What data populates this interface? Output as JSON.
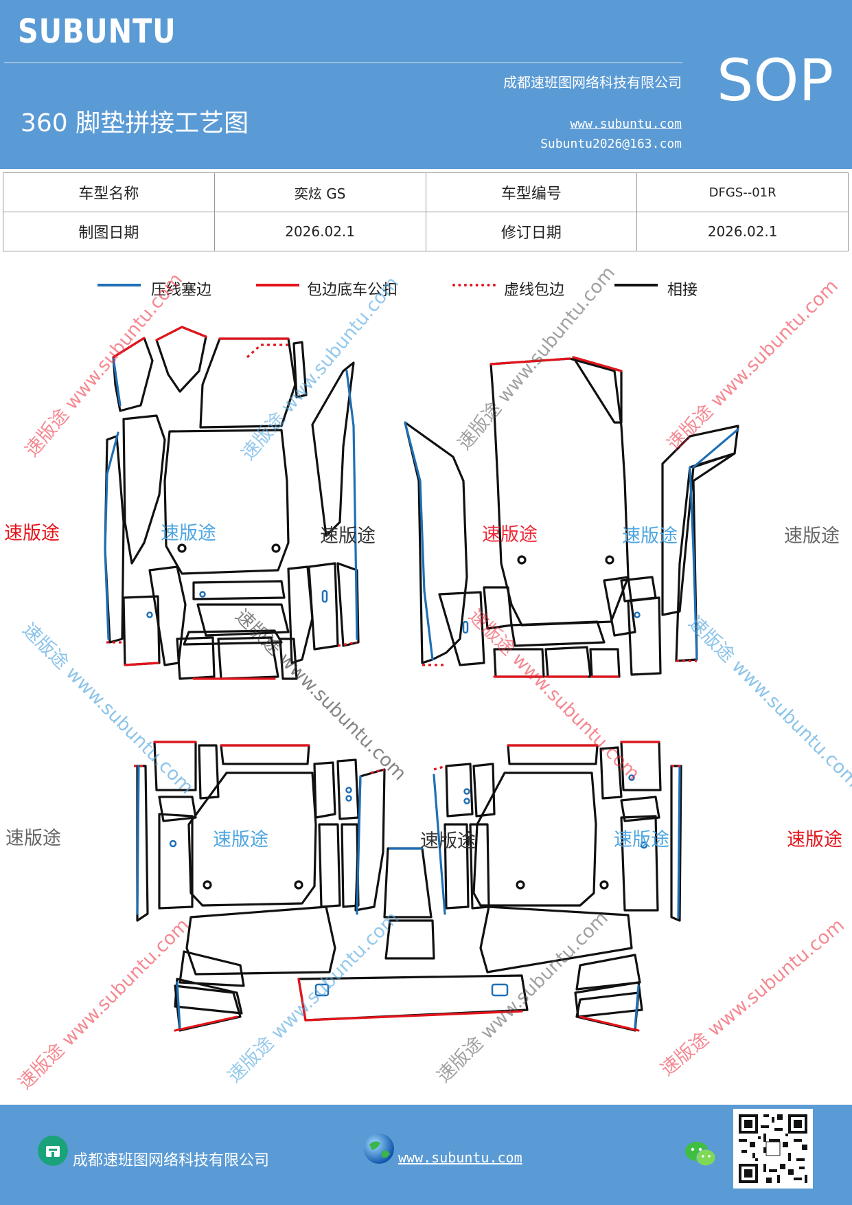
{
  "header": {
    "brand": "SUBUNTU",
    "title": "360 脚垫拼接工艺图",
    "company": "成都速班图网络科技有限公司",
    "website": "www.subuntu.com",
    "email": "Subuntu2026@163.com",
    "badge": "SOP"
  },
  "info": {
    "model_name_label": "车型名称",
    "model_name": "奕炫 GS",
    "model_code_label": "车型编号",
    "model_code": "DFGS--01R",
    "draw_date_label": "制图日期",
    "draw_date": "2026.02.1",
    "revise_date_label": "修订日期",
    "revise_date": "2026.02.1"
  },
  "legend": [
    {
      "label": "压线塞边",
      "color": "#1f6fb5",
      "style": "solid"
    },
    {
      "label": "包边底车公扣",
      "color": "#e3141b",
      "style": "solid"
    },
    {
      "label": "虚线包边",
      "color": "#e3141b",
      "style": "dotted"
    },
    {
      "label": "相接",
      "color": "#111111",
      "style": "solid"
    }
  ],
  "watermarks": {
    "brand_cn": "速版途",
    "url": "www.subuntu.com",
    "diagonal": "速版途 www.subuntu.com"
  },
  "colors": {
    "header_bg": "#5b9bd5",
    "blue_line": "#1f6fb5",
    "red_line": "#e3141b",
    "black_line": "#111111",
    "wm_red": "#ee2a3a",
    "wm_blue": "#4fa6e0",
    "wm_gray": "#555555"
  },
  "footer": {
    "company": "成都速班图网络科技有限公司",
    "website": "www.subuntu.com",
    "icons": [
      "company-icon",
      "globe-icon",
      "wechat-icon",
      "qr-code"
    ]
  }
}
